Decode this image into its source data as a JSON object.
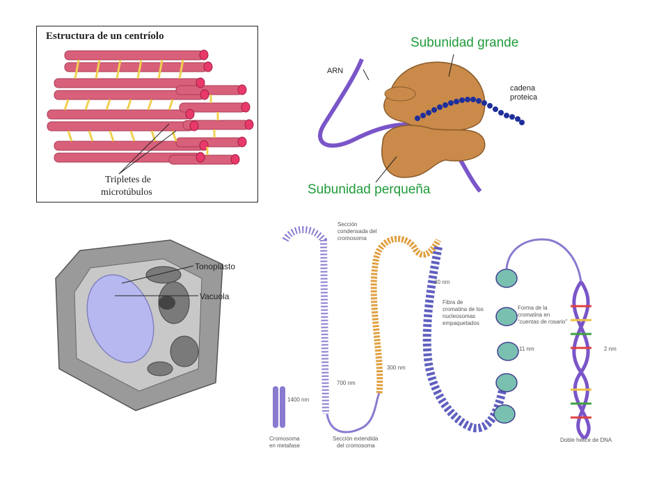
{
  "centriole": {
    "title": "Estructura de un centríolo",
    "label_line1": "Tripletes de",
    "label_line2": "microtúbulos"
  },
  "ribosome": {
    "large_subunit": "Subunidad grande",
    "small_subunit": "Subunidad perqueña",
    "rna": "ARN",
    "protein_line1": "cadena",
    "protein_line2": "proteica"
  },
  "cell": {
    "tonoplast": "Tonoplasto",
    "vacuole": "Vacuola"
  },
  "chromosome": {
    "condensed_line1": "Sección",
    "condensed_line2": "condensada del",
    "condensed_line3": "cromosoma",
    "fiber_line1": "Fibra de",
    "fiber_line2": "cromatina de los",
    "fiber_line3": "nucleosomas",
    "fiber_line4": "empaquetados",
    "beads_line1": "Forma de la",
    "beads_line2": "cromatina en",
    "beads_line3": "“cuentas de rosario”",
    "nm30": "30 nm",
    "nm11": "11 nm",
    "nm2": "2 nm",
    "nm300": "300 nm",
    "nm700": "700 nm",
    "nm1400": "1400 nm",
    "metaphase_line1": "Cromosoma",
    "metaphase_line2": "en metafase",
    "extended_line1": "Sección extendida",
    "extended_line2": "del cromosoma",
    "dna_label": "Doble hélice de DNA"
  },
  "colors": {
    "green_label": "#1f9b3a",
    "tube_pink": "#d9607a",
    "linker_yellow": "#f0d050",
    "ribosome_brown": "#c98a4a",
    "rna_purple": "#7a55c8",
    "protein_blue": "#1f2f9a",
    "vacuole_lavender": "#b8b8f0",
    "chromatin_purple": "#8a7ad0",
    "chromatin_orange": "#e0a040"
  }
}
